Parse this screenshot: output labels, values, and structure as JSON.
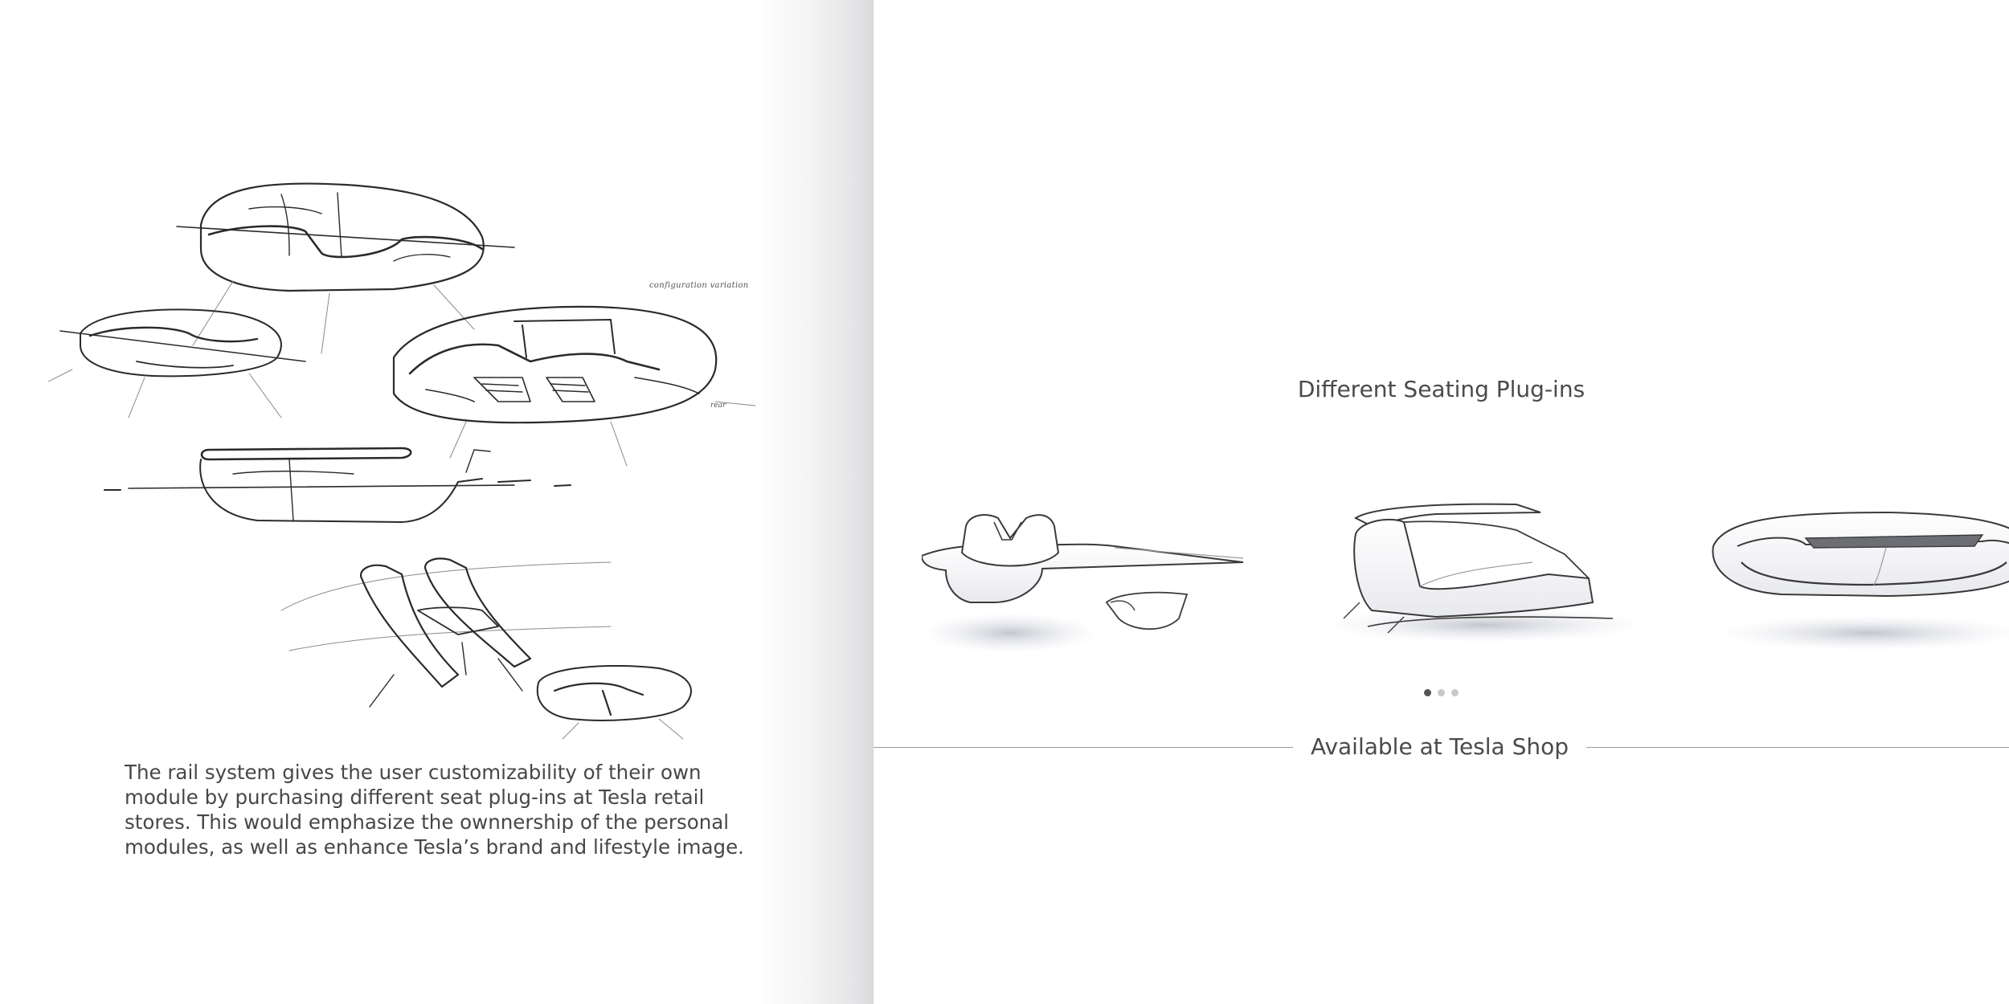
{
  "left_page": {
    "sketch_annotation_config": "configuration variation",
    "sketch_annotation_rear": "rear",
    "caption": "The rail system gives the user customizability of their own module by purchasing different seat plug-ins at Tesla retail stores. This would emphasize the ownnership of the personal modules, as well as enhance Tesla’s brand and lifestyle image."
  },
  "right_page": {
    "title": "Different Seating Plug-ins",
    "carousel": {
      "total": 3,
      "active_index": 0
    },
    "shop_label": "Available at Tesla Shop"
  },
  "colors": {
    "text": "#474747",
    "rule": "#9a9a9a",
    "dot_active": "#555555",
    "dot_inactive": "#c8c8c8"
  }
}
